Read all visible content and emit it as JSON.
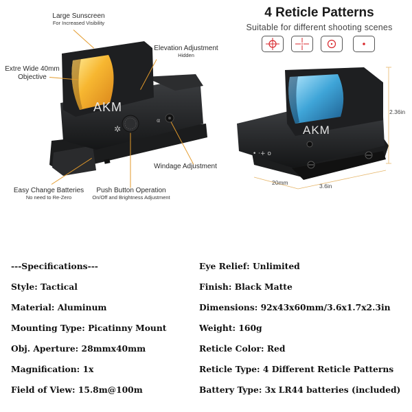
{
  "product": {
    "brand_mark": "AKM",
    "features": {
      "sunscreen": {
        "title": "Large Sunscreen",
        "subtitle": "For Increased Visibility"
      },
      "objective": {
        "title": "Extre Wide 40mm",
        "subtitle": "Objective"
      },
      "elevation": {
        "title": "Elevation  Adjustment",
        "subtitle": "Hidden"
      },
      "windage": {
        "title": "Windage  Adjustment"
      },
      "batteries": {
        "title": "Easy Change Batteries",
        "subtitle": "No need to Re-Zero"
      },
      "push_button": {
        "title": "Push Button Operation",
        "subtitle": "On/Off and Brightness Adjustment"
      }
    }
  },
  "reticles": {
    "title": "4 Reticle Patterns",
    "subtitle": "Suitable for  different shooting scenes",
    "patterns": [
      "crosshair-circle-icon",
      "crosshair-icon",
      "circle-dot-icon",
      "dot-icon"
    ],
    "color": "#d8262b"
  },
  "dimensions": {
    "height": "2.36in",
    "width": "20mm",
    "length": "3.6in"
  },
  "specs": {
    "header": "---Specifications---",
    "left": [
      {
        "label": "Style:",
        "value": "Tactical"
      },
      {
        "label": "Material:",
        "value": "Aluminum"
      },
      {
        "label": "Mounting Type:",
        "value": "Picatinny Mount"
      },
      {
        "label": "Obj. Aperture:",
        "value": "28mmx40mm"
      },
      {
        "label": "Magnification:",
        "value": "1x"
      },
      {
        "label": "Field of View:",
        "value": "15.8m@100m"
      }
    ],
    "right": [
      {
        "label": "Eye Relief:",
        "value": "Unlimited"
      },
      {
        "label": "Finish:",
        "value": "Black Matte"
      },
      {
        "label": "Dimensions:",
        "value": "92x43x60mm/3.6x1.7x2.3in"
      },
      {
        "label": "Weight:",
        "value": "160g"
      },
      {
        "label": "Reticle Color:",
        "value": "Red"
      },
      {
        "label": "Reticle Type:",
        "value": "4 Different Reticle Patterns"
      },
      {
        "label": "Battery Type:",
        "value": "3x LR44 batteries (included)"
      }
    ]
  }
}
